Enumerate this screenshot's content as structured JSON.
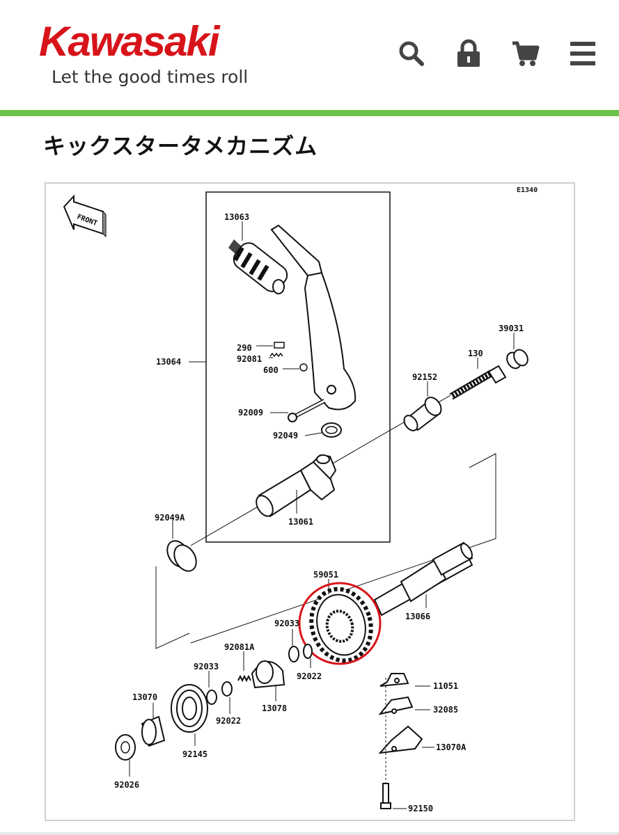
{
  "brand": {
    "name": "Kawasaki",
    "tagline": "Let the good times roll",
    "color": "#d7141a",
    "accent": "#6cc24a"
  },
  "header_icons": [
    {
      "name": "search-icon"
    },
    {
      "name": "lock-icon"
    },
    {
      "name": "cart-icon"
    },
    {
      "name": "menu-icon"
    }
  ],
  "page": {
    "title": "キックスタータメカニズム"
  },
  "diagram": {
    "code": "E1340",
    "front_label": "FRONT",
    "highlight_color": "#d7141a",
    "parts": {
      "p13063": "13063",
      "p13064": "13064",
      "p290": "290",
      "p92081": "92081",
      "p600": "600",
      "p92009": "92009",
      "p92049": "92049",
      "p39031": "39031",
      "p130": "130",
      "p92152": "92152",
      "p92049A": "92049A",
      "p13061": "13061",
      "p59051": "59051",
      "p13066": "13066",
      "p92033a": "92033",
      "p92022a": "92022",
      "p92081A": "92081A",
      "p92033b": "92033",
      "p13070": "13070",
      "p13078": "13078",
      "p92022b": "92022",
      "p92145": "92145",
      "p92026": "92026",
      "p11051": "11051",
      "p32085": "32085",
      "p13070A": "13070A",
      "p92150": "92150"
    }
  }
}
